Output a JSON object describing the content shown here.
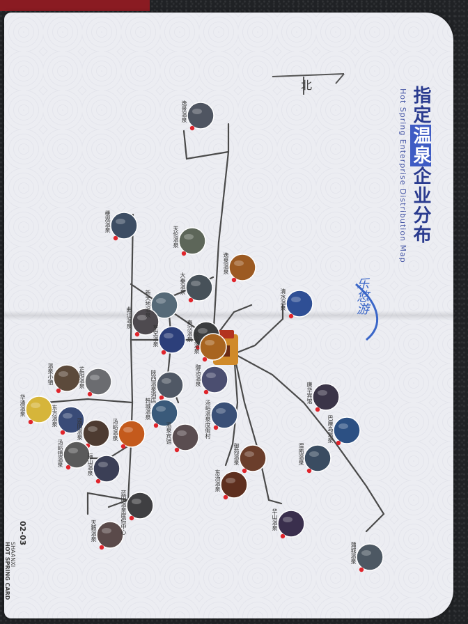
{
  "north_label": "北",
  "title": {
    "zh_pre": "指定",
    "zh_hl": "温泉",
    "zh_post": "企业分布",
    "en": "Hot Spring Enterprise Distribution Map",
    "logo_text": "乐悠游"
  },
  "footer": {
    "page": "02-03",
    "card_line1": "SHAANXI",
    "card_line2": "HOT SPRING CARD"
  },
  "colors": {
    "highlight": "#3f5cc4",
    "title_ink": "#2a3b8f",
    "route": "#4a4a4a",
    "pin": "#e0242b",
    "paper": "#ecedf2"
  },
  "spots": [
    {
      "id": "s1",
      "label": "逸景温泉",
      "color": "#4f5561"
    },
    {
      "id": "s2",
      "label": "楼观温泉",
      "color": "#3d4d63"
    },
    {
      "id": "s3",
      "label": "天伦温泉",
      "color": "#5d6659"
    },
    {
      "id": "s4",
      "label": "逸泉温泉",
      "color": "#9c5a22"
    },
    {
      "id": "s5",
      "label": "大秦温泉",
      "color": "#475159"
    },
    {
      "id": "s6",
      "label": "新天地温泉",
      "color": "#566a78"
    },
    {
      "id": "s7",
      "label": "曲江温泉",
      "color": "#4e4a4f"
    },
    {
      "id": "s8",
      "label": "草堂温泉",
      "color": "#2c3f7a"
    },
    {
      "id": "s9",
      "label": "秦汉温泉",
      "color": "#3b3d3f"
    },
    {
      "id": "s10",
      "label": "清水温泉",
      "color": "#2f4f95"
    },
    {
      "id": "s11",
      "label": "长安温泉",
      "color": "#a86420"
    },
    {
      "id": "s12",
      "label": "陕西温泉酒店",
      "color": "#505865"
    },
    {
      "id": "s13",
      "label": "汤峪温泉",
      "color": "#c45a1c"
    },
    {
      "id": "s14",
      "label": "御汤温泉",
      "color": "#4b4e70"
    },
    {
      "id": "s15",
      "label": "芷阳温泉",
      "color": "#6b6c70"
    },
    {
      "id": "s16",
      "label": "温泉小镇",
      "color": "#5c4a3b"
    },
    {
      "id": "s17",
      "label": "汤峪温泉度假村",
      "color": "#3a5077"
    },
    {
      "id": "s18",
      "label": "华清温泉",
      "color": "#d6b53a"
    },
    {
      "id": "s19",
      "label": "东方温泉",
      "color": "#394b77"
    },
    {
      "id": "s20",
      "label": "蓝田温泉",
      "color": "#4d3b31"
    },
    {
      "id": "s21",
      "label": "汤峪镇温泉",
      "color": "#5a5a5a"
    },
    {
      "id": "s22",
      "label": "骊山温泉",
      "color": "#3b3f56"
    },
    {
      "id": "s23",
      "label": "御苑温泉",
      "color": "#6b3e2b"
    },
    {
      "id": "s24",
      "label": "蓝田温泉度假中心",
      "color": "#3f3f42"
    },
    {
      "id": "s25",
      "label": "天籁温泉",
      "color": "#5a4a4a"
    },
    {
      "id": "s26",
      "label": "东汤温泉",
      "color": "#5e2f1f"
    },
    {
      "id": "s27",
      "label": "唐华宾馆",
      "color": "#3b3548"
    },
    {
      "id": "s28",
      "label": "巴厘岛温泉",
      "color": "#2c5083"
    },
    {
      "id": "s29",
      "label": "渭南温泉",
      "color": "#3a4c61"
    },
    {
      "id": "s30",
      "label": "华山温泉",
      "color": "#3a2f4d"
    },
    {
      "id": "s31",
      "label": "蒲城温泉",
      "color": "#4d5863"
    },
    {
      "id": "s32",
      "label": "韩城温泉",
      "color": "#3a5a7a"
    },
    {
      "id": "s33",
      "label": "温泉宾馆",
      "color": "#5a4d50"
    }
  ]
}
